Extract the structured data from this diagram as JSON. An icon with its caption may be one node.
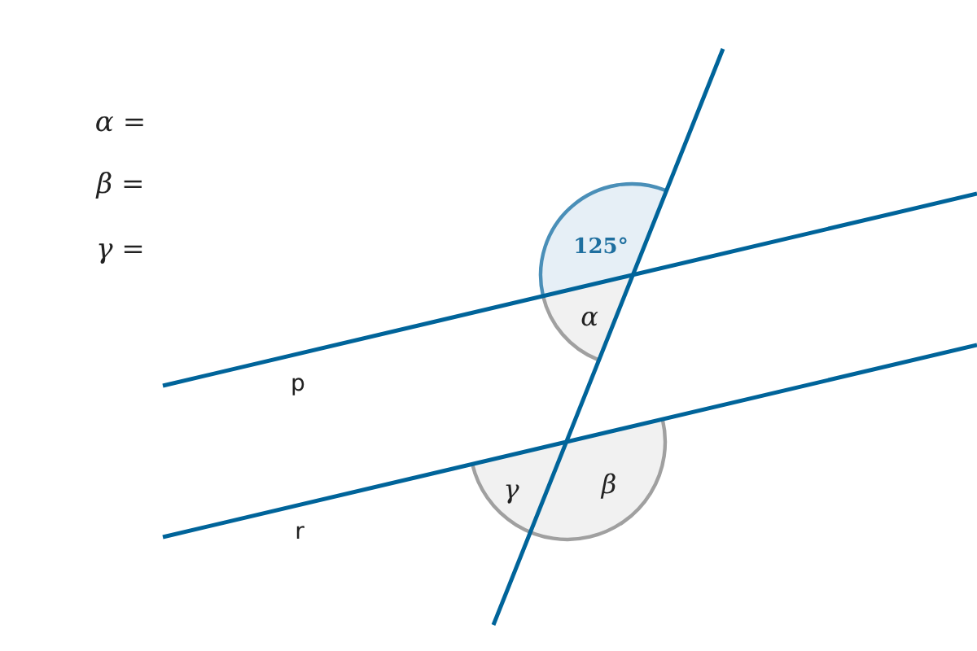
{
  "diagram": {
    "labels": [
      "α =",
      "β =",
      "γ =",
      "125°",
      "α",
      "γ",
      "β",
      "p",
      "r"
    ]
  }
}
